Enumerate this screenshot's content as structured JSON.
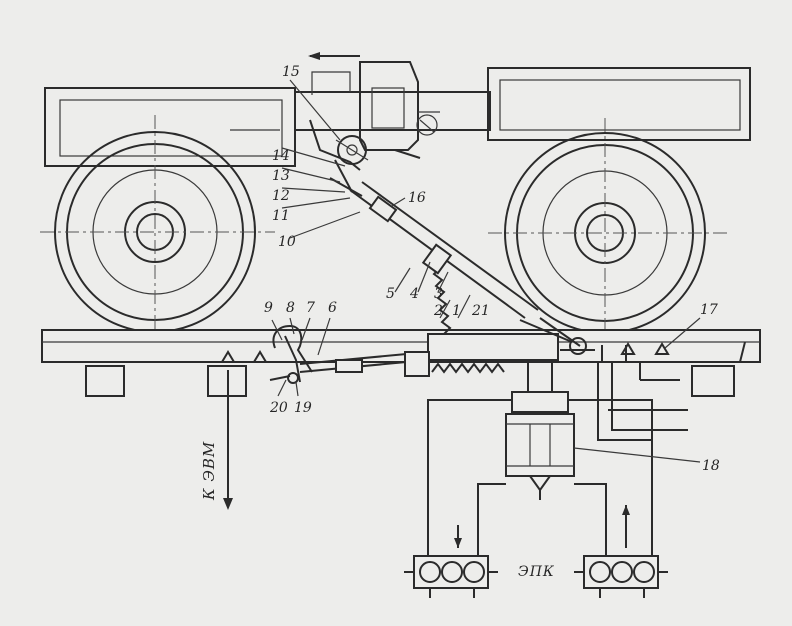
{
  "diagram": {
    "callouts": [
      "1",
      "2",
      "3",
      "4",
      "5",
      "6",
      "7",
      "8",
      "9",
      "10",
      "11",
      "12",
      "13",
      "14",
      "15",
      "16",
      "17",
      "18",
      "19",
      "20",
      "21"
    ],
    "labels": {
      "to_valve": "К ЭВМ",
      "epk": "ЭПК"
    }
  }
}
